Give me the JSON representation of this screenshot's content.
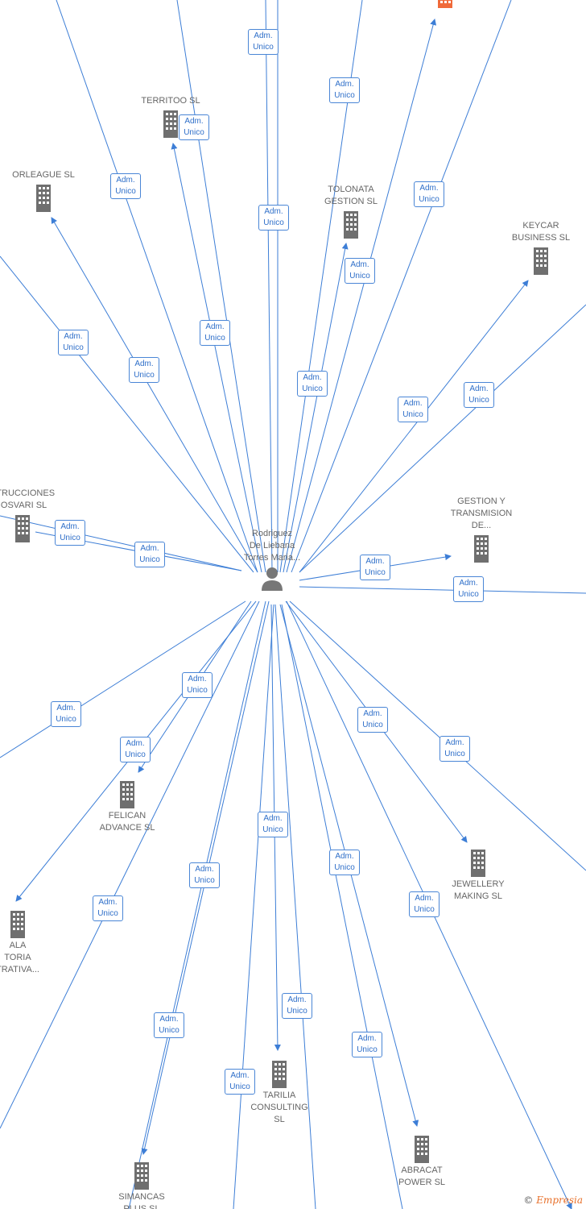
{
  "colors": {
    "edge": "#3d7ed6",
    "node": "#666666",
    "highlight": "#f06a3a",
    "label_text": "#2f6fc9"
  },
  "center": {
    "label": "Rodriguez\nDe Liebana\nTorres Maria...",
    "icon": "person-icon"
  },
  "edge_label": "Adm.\nUnico",
  "nodes": [
    {
      "id": "territoo",
      "label": "TERRITOO  SL"
    },
    {
      "id": "orleague",
      "label": "ORLEAGUE  SL"
    },
    {
      "id": "tolonata",
      "label": "TOLONATA\nGESTION  SL"
    },
    {
      "id": "keycar",
      "label": "KEYCAR\nBUSINESS  SL"
    },
    {
      "id": "construcciones",
      "label": "STRUCCIONES\nIOSVARI SL"
    },
    {
      "id": "gestion",
      "label": "GESTION Y\nTRANSMISION\nDE..."
    },
    {
      "id": "felican",
      "label": "FELICAN\nADVANCE  SL"
    },
    {
      "id": "jewellery",
      "label": "JEWELLERY\nMAKING  SL"
    },
    {
      "id": "consultoria",
      "label": "ALA\nTORIA\nTRATIVA..."
    },
    {
      "id": "tarilia",
      "label": "TARILIA\nCONSULTING\nSL"
    },
    {
      "id": "abracat",
      "label": "ABRACAT\nPOWER  SL"
    },
    {
      "id": "simancas",
      "label": "SIMANCAS\nPLUS SL"
    },
    {
      "id": "top-highlight",
      "label": ""
    }
  ],
  "watermark": {
    "symbol": "©",
    "brand": "Empresia"
  }
}
